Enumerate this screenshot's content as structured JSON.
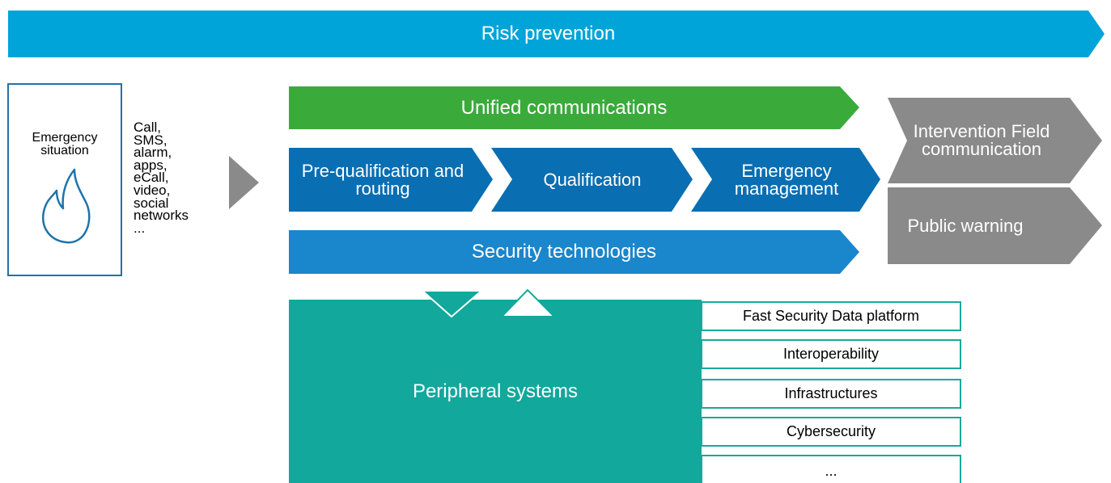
{
  "colors": {
    "risk": "#00a4d9",
    "unified": "#3aab3a",
    "process": "#0a6eb2",
    "security": "#1a86cc",
    "gray": "#8a8a8a",
    "teal": "#12a89c",
    "emergency_border": "#1f73aa"
  },
  "risk_prevention": "Risk prevention",
  "emergency_box": {
    "title": "Emergency situation",
    "icon": "fire-icon"
  },
  "channels": [
    "Call,",
    "SMS,",
    "alarm,",
    "apps,",
    "eCall,",
    "video,",
    "social",
    "networks",
    "..."
  ],
  "unified": "Unified communications",
  "process": {
    "prequal": "Pre-qualification and routing",
    "qual": "Qualification",
    "emergency": "Emergency management"
  },
  "security": "Security technologies",
  "outputs": {
    "intervention": "Intervention Field communication",
    "public": "Public warning"
  },
  "peripheral": "Peripheral systems",
  "subsystems": [
    "Fast Security Data platform",
    "Interoperability",
    "Infrastructures",
    "Cybersecurity",
    "..."
  ]
}
